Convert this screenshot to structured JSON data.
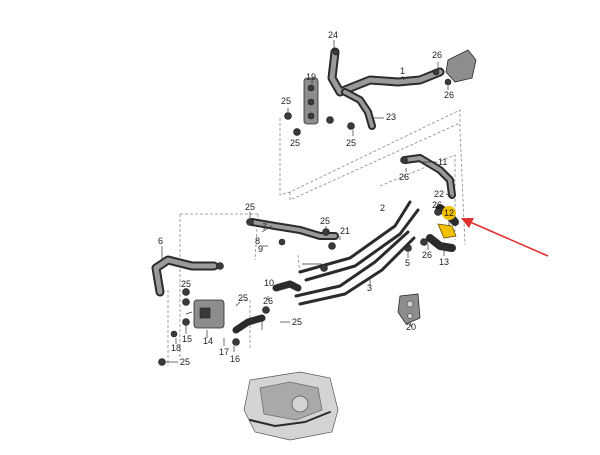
{
  "diagram": {
    "callouts": [
      {
        "id": "c1",
        "label": "1"
      },
      {
        "id": "c2",
        "label": "2"
      },
      {
        "id": "c3",
        "label": "3"
      },
      {
        "id": "c5",
        "label": "5"
      },
      {
        "id": "c6",
        "label": "6"
      },
      {
        "id": "c7",
        "label": "7"
      },
      {
        "id": "c8",
        "label": "8"
      },
      {
        "id": "c9",
        "label": "9"
      },
      {
        "id": "c10",
        "label": "10"
      },
      {
        "id": "c11",
        "label": "11"
      },
      {
        "id": "c12",
        "label": "12",
        "highlighted": true
      },
      {
        "id": "c13",
        "label": "13"
      },
      {
        "id": "c14",
        "label": "14"
      },
      {
        "id": "c15",
        "label": "15"
      },
      {
        "id": "c16",
        "label": "16"
      },
      {
        "id": "c17",
        "label": "17"
      },
      {
        "id": "c18",
        "label": "18"
      },
      {
        "id": "c19",
        "label": "19"
      },
      {
        "id": "c20",
        "label": "20"
      },
      {
        "id": "c21",
        "label": "21"
      },
      {
        "id": "c22",
        "label": "22"
      },
      {
        "id": "c23",
        "label": "23"
      },
      {
        "id": "c24",
        "label": "24"
      },
      {
        "id": "c25a",
        "label": "25"
      },
      {
        "id": "c25b",
        "label": "25"
      },
      {
        "id": "c25c",
        "label": "25"
      },
      {
        "id": "c25d",
        "label": "25"
      },
      {
        "id": "c25e",
        "label": "25"
      },
      {
        "id": "c25f",
        "label": "25"
      },
      {
        "id": "c25g",
        "label": "25"
      },
      {
        "id": "c25h",
        "label": "25"
      },
      {
        "id": "c25i",
        "label": "25"
      },
      {
        "id": "c26a",
        "label": "26"
      },
      {
        "id": "c26b",
        "label": "26"
      },
      {
        "id": "c26c",
        "label": "26"
      },
      {
        "id": "c26d",
        "label": "26"
      },
      {
        "id": "c26e",
        "label": "26"
      },
      {
        "id": "c26f",
        "label": "26"
      }
    ],
    "colors": {
      "highlight_fill": "#f2c200",
      "arrow": "#e03030",
      "line": "#333333",
      "dashed": "#8a8a8a"
    }
  }
}
